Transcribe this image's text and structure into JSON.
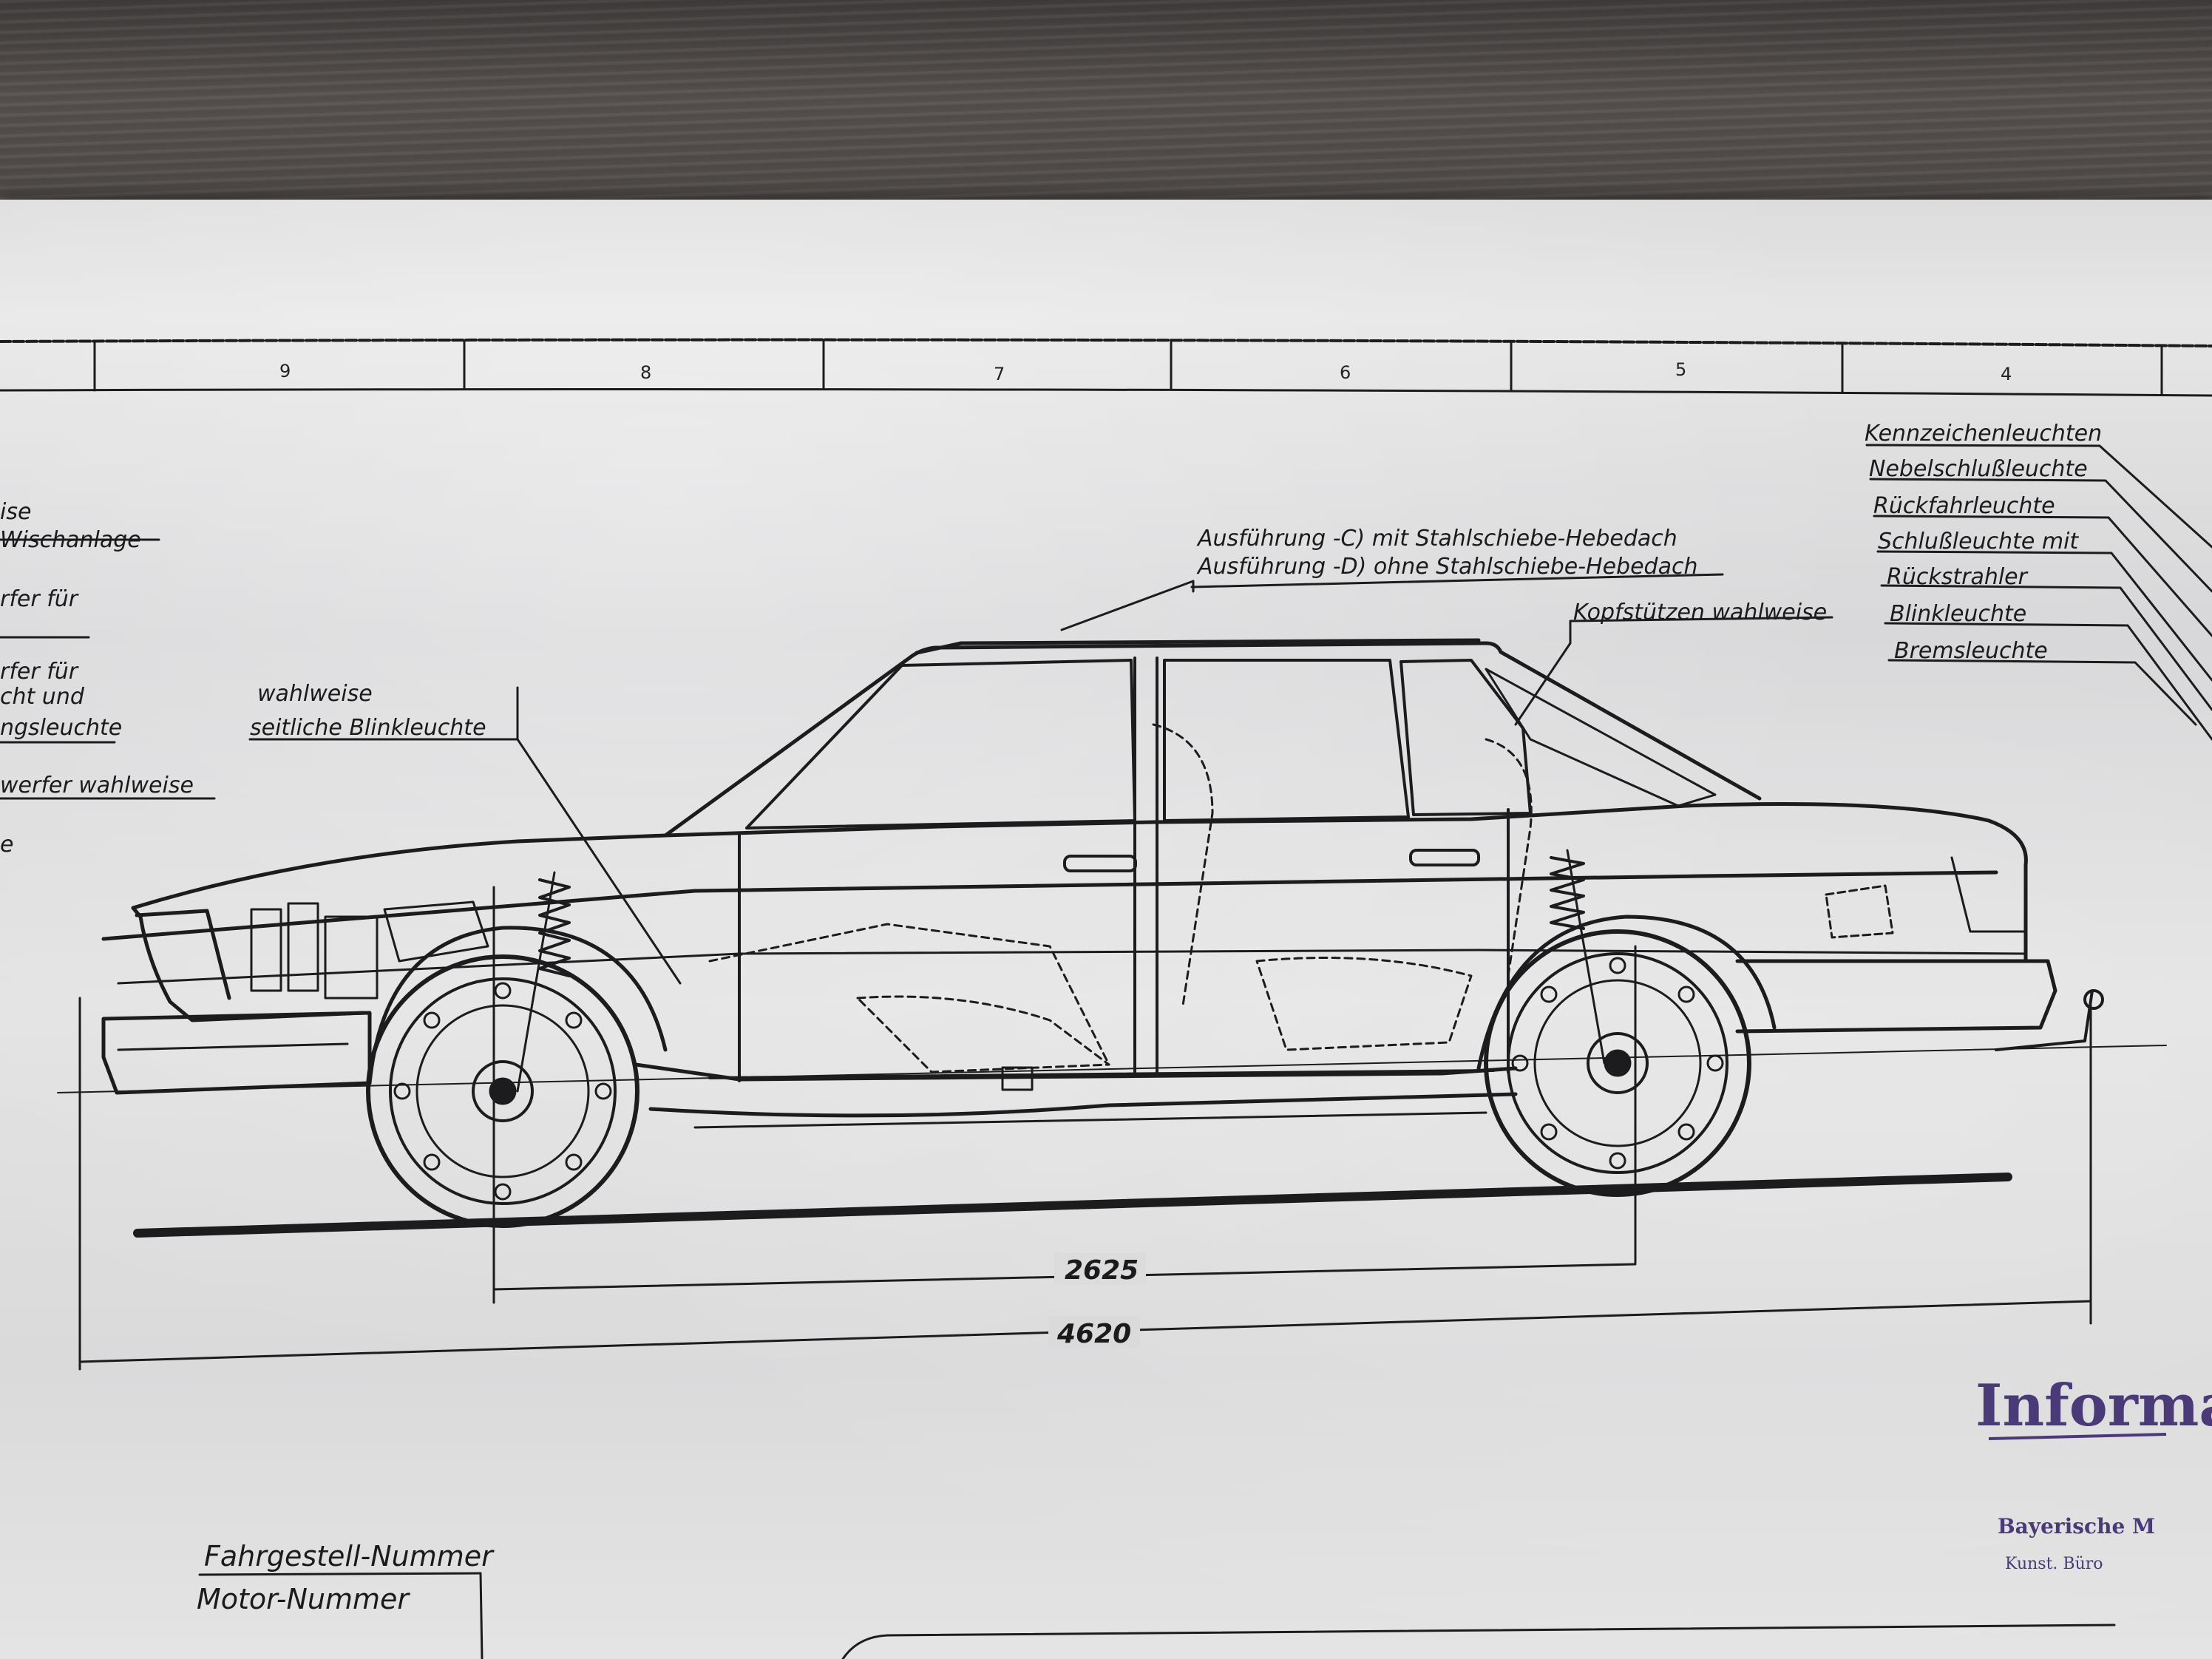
{
  "header_columns": [
    "9",
    "8",
    "7",
    "6",
    "5",
    "4"
  ],
  "left_notes": [
    "ise",
    "Wischanlage",
    "rfer für",
    "rfer für",
    "cht und",
    "ngsleuchte",
    "werfer wahlweise",
    "e"
  ],
  "callouts": {
    "roof_c": "Ausführung -C) mit Stahlschiebe-Hebedach",
    "roof_d": "Ausführung -D) ohne Stahlschiebe-Hebedach",
    "headrest": "Kopfstützen wahlweise",
    "side_blinker_1": "wahlweise",
    "side_blinker_2": "seitliche Blinkleuchte"
  },
  "rear_lights": [
    "Kennzeichenleuchten",
    "Nebelschlußleuchte",
    "Rückfahrleuchte",
    "Schlußleuchte mit",
    "Rückstrahler",
    "Blinkleuchte",
    "Bremsleuchte"
  ],
  "dimensions": {
    "wheelbase": "2625",
    "overall_length": "4620"
  },
  "bottom_fields": {
    "chassis": "Fahrgestell-Nummer",
    "engine": "Motor-Nummer"
  },
  "stamp": {
    "title": "Informat",
    "line1": "Bayerische M",
    "line2": "Kunst. Büro"
  }
}
